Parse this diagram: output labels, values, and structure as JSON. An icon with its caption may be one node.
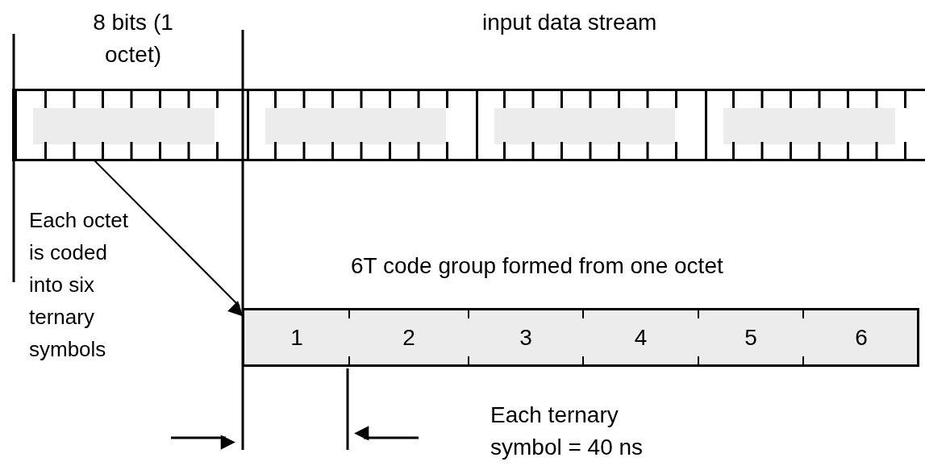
{
  "diagram": {
    "nodes": [
      {
        "text": [
          "input data stream"
        ]
      },
      {
        "text": [],
        "shape": "box",
        "in": 0
      },
      {
        "text": [],
        "shape": "box",
        "in": 0
      },
      {
        "text": [],
        "shape": "box",
        "in": 0
      },
      {
        "text": [],
        "shape": "box",
        "in": 0
      },
      {
        "text": [
          "6T code group formed from one octet"
        ]
      },
      {
        "text": [
          "1"
        ],
        "in": 5
      },
      {
        "text": [
          "2"
        ],
        "in": 5
      },
      {
        "text": [
          "3"
        ],
        "in": 5
      },
      {
        "text": [
          "4"
        ],
        "in": 5
      },
      {
        "text": [
          "5"
        ],
        "in": 5
      },
      {
        "text": [
          "6"
        ],
        "in": 5
      }
    ],
    "edges": [
      {
        "from": 1,
        "to": 5,
        "arrow": "to"
      }
    ],
    "labels": [
      "8 bits (1 octet)",
      "Each octet is coded into six ternary symbols",
      "Each ternary symbol = 40 ns"
    ]
  }
}
